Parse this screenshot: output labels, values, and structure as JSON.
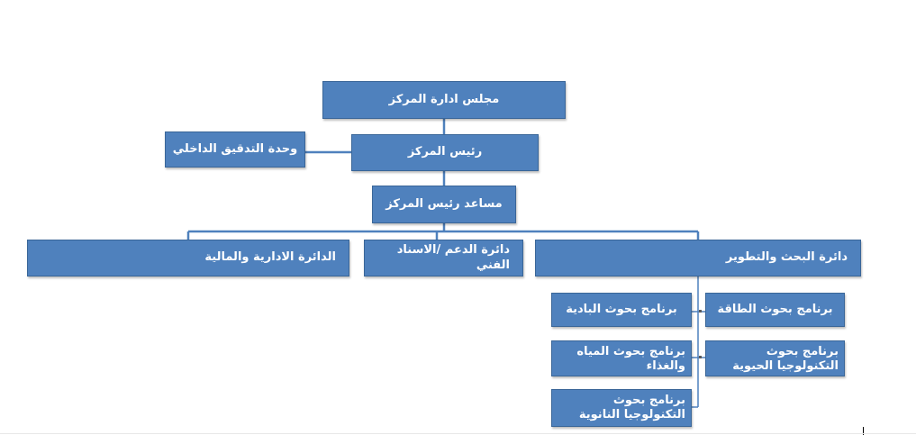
{
  "chart": {
    "board": "مجلس ادارة المركز",
    "president": "رئيس المركز",
    "audit_unit": "وحدة التدقيق الداخلي",
    "assistant": "مساعد رئيس المركز",
    "dept_admin_finance": "الدائرة الادارية والمالية",
    "dept_support": "دائرة الدعم /الاسناد الفني",
    "dept_research": "دائرة البحث والتطوير",
    "programs": {
      "badia": "برنامج بحوث البادية",
      "energy": "برنامج بحوث الطاقة",
      "water_food": "برنامج بحوث المياه والغذاء",
      "biotech": "برنامج بحوث التكنولوجيا الحيوية",
      "nanotech": "برنامج بحوث التكنولوجيا النانوية"
    }
  },
  "colors": {
    "box_fill": "#4f81bd",
    "box_border": "#3a6698",
    "connector": "#4f81bd",
    "text": "#ffffff"
  }
}
